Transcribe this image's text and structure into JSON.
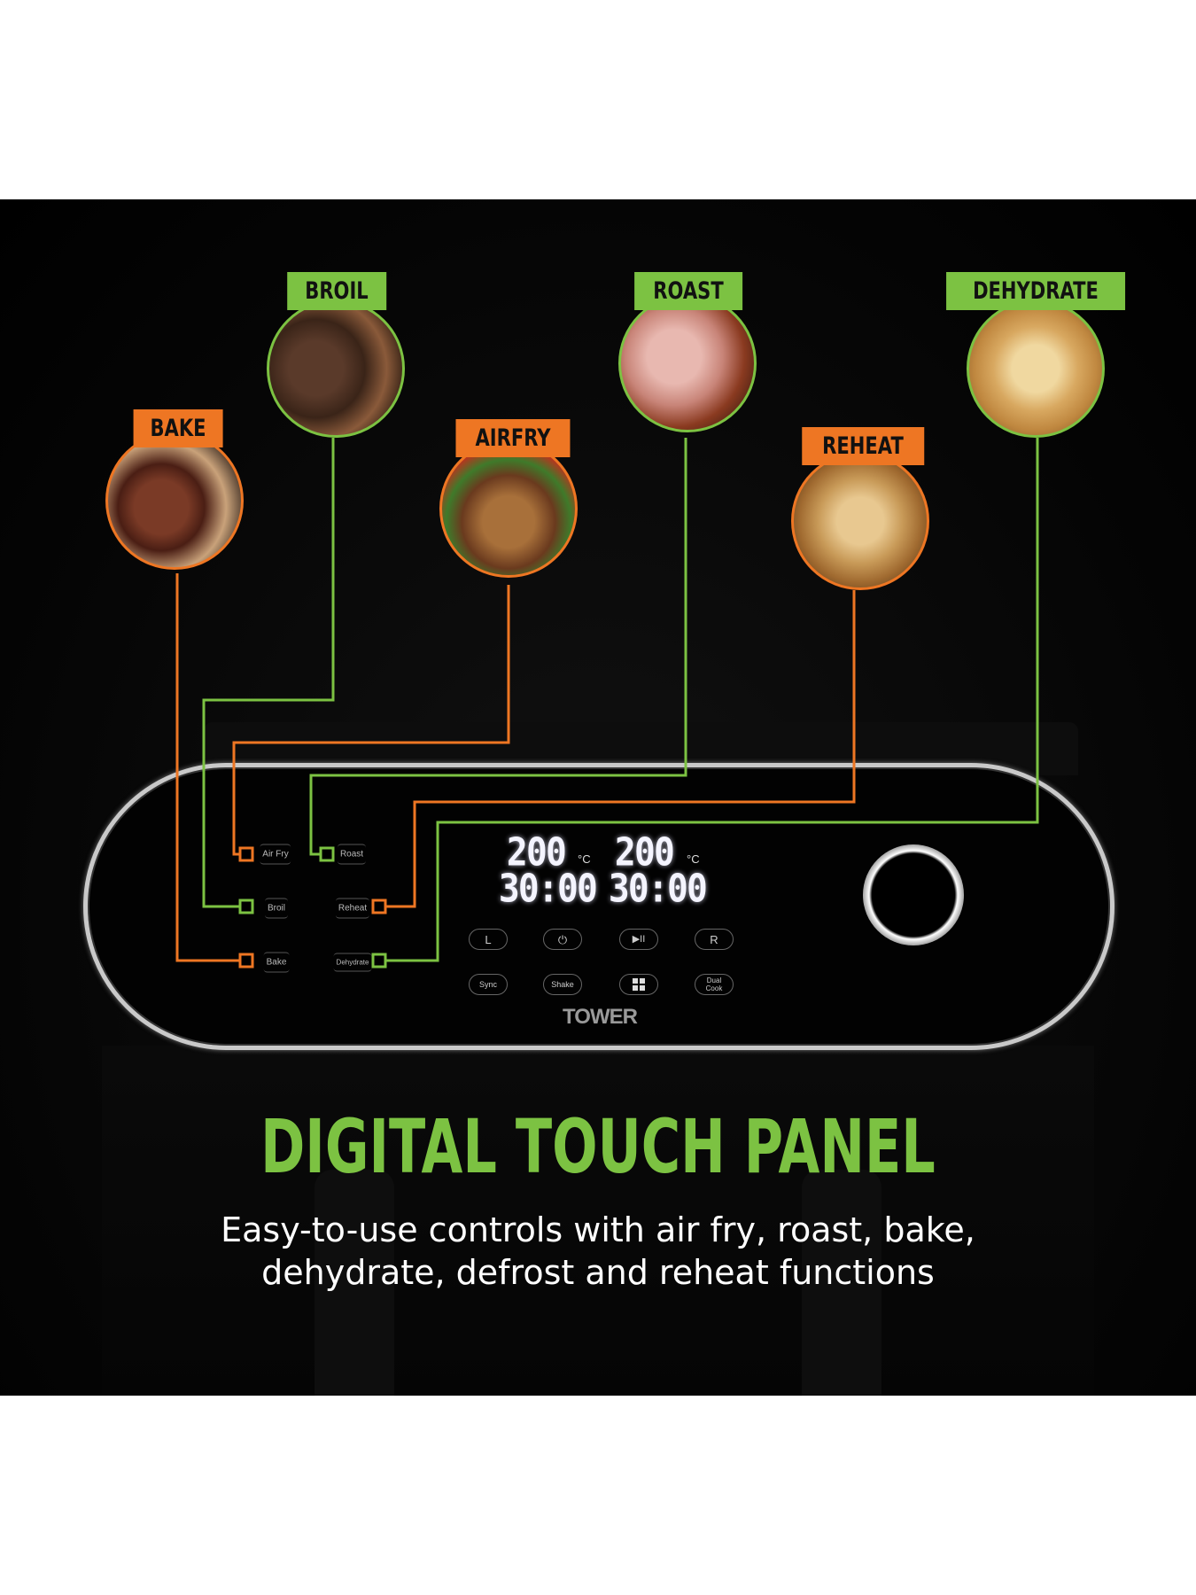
{
  "functions": [
    {
      "label": "BAKE",
      "color": "orange"
    },
    {
      "label": "BROIL",
      "color": "green"
    },
    {
      "label": "AIRFRY",
      "color": "orange"
    },
    {
      "label": "ROAST",
      "color": "green"
    },
    {
      "label": "REHEAT",
      "color": "orange"
    },
    {
      "label": "DEHYDRATE",
      "color": "green"
    }
  ],
  "panel": {
    "buttons": {
      "air_fry": "Air Fry",
      "broil": "Broil",
      "bake": "Bake",
      "roast": "Roast",
      "reheat": "Reheat",
      "dehydrate": "Dehydrate"
    },
    "display": {
      "left_temp": "200",
      "right_temp": "200",
      "unit": "°C",
      "left_time": "30:00",
      "right_time": "30:00"
    },
    "controls": {
      "left": "L",
      "power": "⏻",
      "play_pause": "▶II",
      "right": "R",
      "sync": "Sync",
      "shake": "Shake",
      "dual_cook_1": "Dual",
      "dual_cook_2": "Cook"
    },
    "brand": "TOWER"
  },
  "headline": "DIGITAL TOUCH PANEL",
  "subtitle_line1": "Easy-to-use controls with air fry, roast, bake,",
  "subtitle_line2": "dehydrate, defrost and reheat functions",
  "colors": {
    "green": "#7cc242",
    "orange": "#ee7623",
    "background": "#000000"
  }
}
